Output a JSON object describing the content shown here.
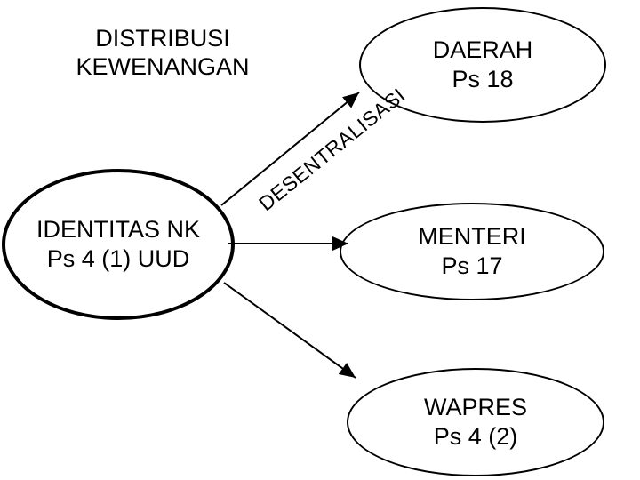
{
  "diagram": {
    "title_block": {
      "text": "DISTRIBUSI\nKEWENANGAN"
    },
    "nodes": [
      {
        "name": "identitas-nk",
        "text": "IDENTITAS NK\nPs 4 (1) UUD"
      },
      {
        "name": "daerah",
        "text": "DAERAH\nPs 18"
      },
      {
        "name": "menteri",
        "text": "MENTERI\nPs 17"
      },
      {
        "name": "wapres",
        "text": "WAPRES\nPs 4 (2)"
      }
    ],
    "edge_labels": [
      {
        "name": "desentralisasi",
        "text": "DESENTRALISASI"
      }
    ],
    "colors": {
      "stroke": "#000000",
      "background": "#ffffff",
      "text": "#000000"
    }
  }
}
